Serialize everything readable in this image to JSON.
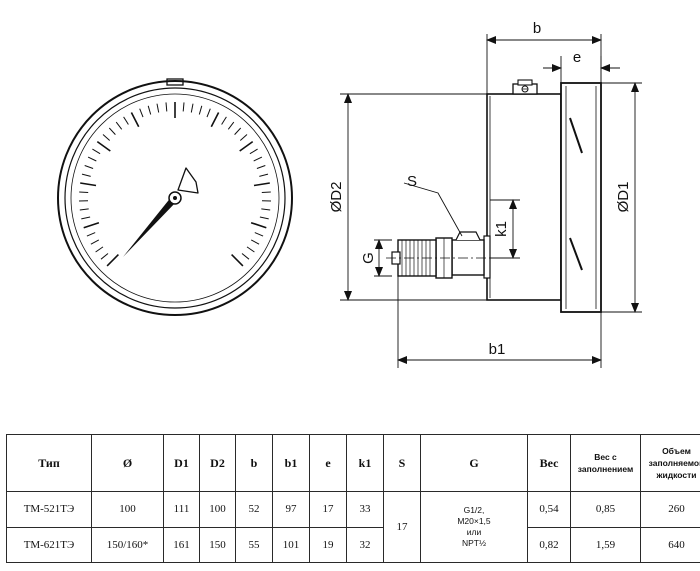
{
  "drawing": {
    "dimensions": {
      "b": "b",
      "e": "e",
      "d1": "ØD1",
      "d2": "ØD2",
      "s": "S",
      "k1": "k1",
      "g": "G",
      "b1": "b1"
    }
  },
  "table": {
    "headers": {
      "type": "Тип",
      "diameter": "Ø",
      "d1": "D1",
      "d2": "D2",
      "b": "b",
      "b1": "b1",
      "e": "e",
      "k1": "k1",
      "s": "S",
      "g": "G",
      "weight": "Вес",
      "weight_filled_line1": "Вес с",
      "weight_filled_line2": "заполнением",
      "volume_line1": "Объем",
      "volume_line2": "заполняемой",
      "volume_line3": "жидкости"
    },
    "rows": [
      {
        "type": "ТМ-521ТЭ",
        "diameter": "100",
        "d1": "111",
        "d2": "100",
        "b": "52",
        "b1": "97",
        "e": "17",
        "k1": "33",
        "weight": "0,54",
        "weight_filled": "0,85",
        "volume": "260"
      },
      {
        "type": "ТМ-621ТЭ",
        "diameter": "150/160*",
        "d1": "161",
        "d2": "150",
        "b": "55",
        "b1": "101",
        "e": "19",
        "k1": "32",
        "weight": "0,82",
        "weight_filled": "1,59",
        "volume": "640"
      }
    ],
    "shared": {
      "s": "17",
      "g_line1": "G1/2,",
      "g_line2": "M20×1,5",
      "g_line3": "или",
      "g_line4": "NPT½"
    }
  }
}
